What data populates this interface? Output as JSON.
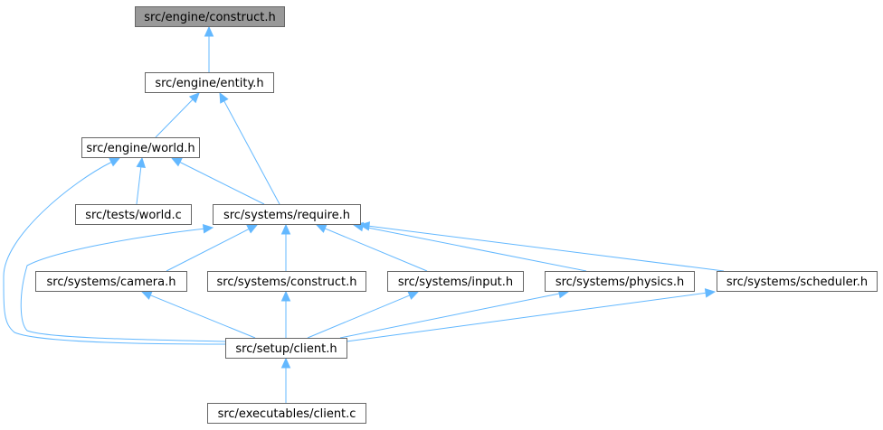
{
  "graph": {
    "nodes": [
      {
        "id": "construct",
        "label": "src/engine/construct.h",
        "highlighted": true
      },
      {
        "id": "entity",
        "label": "src/engine/entity.h"
      },
      {
        "id": "world",
        "label": "src/engine/world.h"
      },
      {
        "id": "tests_world",
        "label": "src/tests/world.c"
      },
      {
        "id": "require",
        "label": "src/systems/require.h"
      },
      {
        "id": "camera",
        "label": "src/systems/camera.h"
      },
      {
        "id": "sys_construct",
        "label": "src/systems/construct.h"
      },
      {
        "id": "input",
        "label": "src/systems/input.h"
      },
      {
        "id": "physics",
        "label": "src/systems/physics.h"
      },
      {
        "id": "scheduler",
        "label": "src/systems/scheduler.h"
      },
      {
        "id": "client_h",
        "label": "src/setup/client.h"
      },
      {
        "id": "client_c",
        "label": "src/executables/client.c"
      }
    ],
    "edges": [
      {
        "from": "entity",
        "to": "construct"
      },
      {
        "from": "world",
        "to": "entity"
      },
      {
        "from": "require",
        "to": "entity"
      },
      {
        "from": "tests_world",
        "to": "world"
      },
      {
        "from": "require",
        "to": "world"
      },
      {
        "from": "client_h",
        "to": "world"
      },
      {
        "from": "camera",
        "to": "require"
      },
      {
        "from": "sys_construct",
        "to": "require"
      },
      {
        "from": "input",
        "to": "require"
      },
      {
        "from": "physics",
        "to": "require"
      },
      {
        "from": "scheduler",
        "to": "require"
      },
      {
        "from": "client_h",
        "to": "require"
      },
      {
        "from": "client_h",
        "to": "camera"
      },
      {
        "from": "client_h",
        "to": "sys_construct"
      },
      {
        "from": "client_h",
        "to": "input"
      },
      {
        "from": "client_h",
        "to": "physics"
      },
      {
        "from": "client_h",
        "to": "scheduler"
      },
      {
        "from": "client_c",
        "to": "client_h"
      }
    ],
    "colors": {
      "edge": "#63b8ff",
      "node_border": "#666666",
      "highlight_fill": "#999999",
      "node_fill": "#ffffff"
    }
  }
}
